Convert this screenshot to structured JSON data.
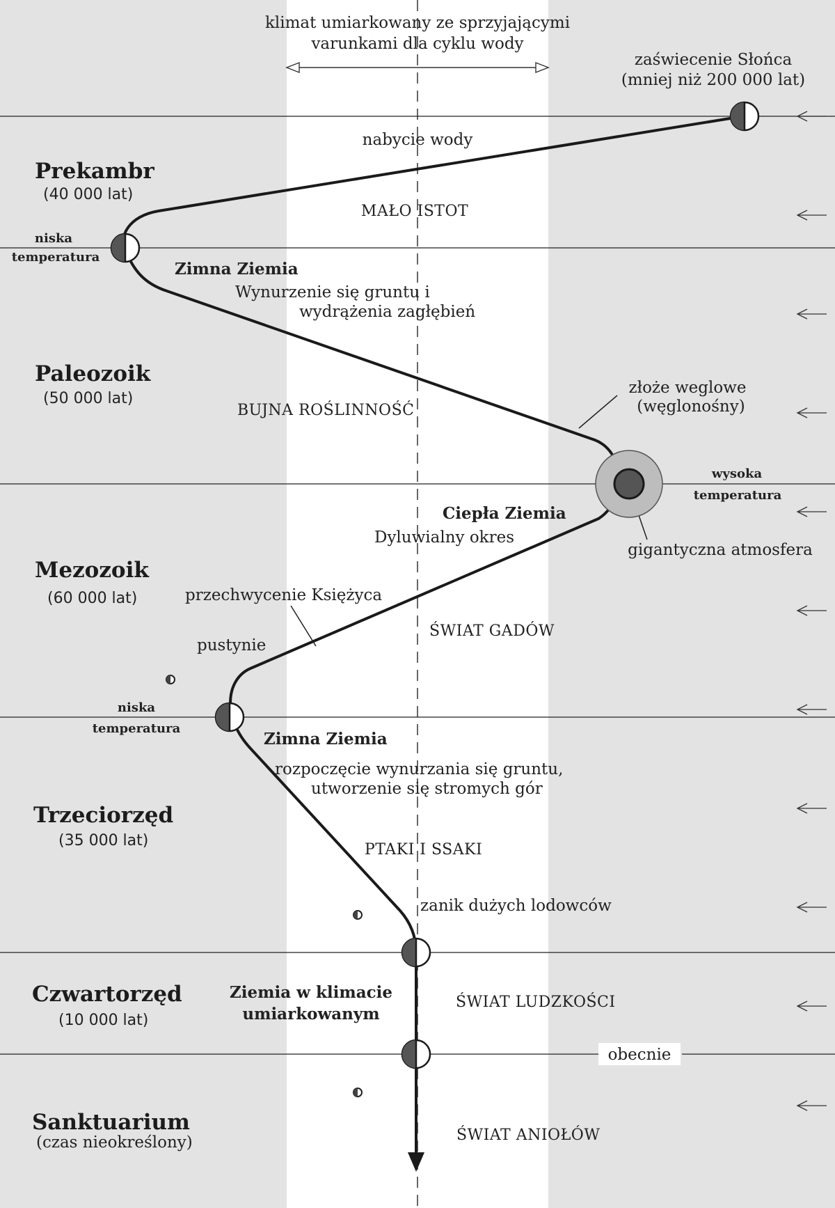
{
  "header": {
    "climate_line1": "klimat umiarkowany ze sprzyjającymi",
    "climate_line2": "varunkami dla cyklu wody"
  },
  "eras": [
    {
      "name": "Prekambr",
      "duration": "(40 000 lat)"
    },
    {
      "name": "Paleozoik",
      "duration": "(50 000 lat)"
    },
    {
      "name": "Mezozoik",
      "duration": "(60 000 lat)"
    },
    {
      "name": "Trzeciorzęd",
      "duration": "(35 000 lat)"
    },
    {
      "name": "Czwartorzęd",
      "duration": "(10 000 lat)"
    },
    {
      "name": "Sanktuarium",
      "duration": "(czas nieokreślony)"
    }
  ],
  "annotations": {
    "sun_ignition_1": "zaświecenie Słońca",
    "sun_ignition_2": "(mniej niż 200 000 lat)",
    "water_acquisition": "nabycie wody",
    "few_creatures": "MAŁO ISTOT",
    "low_temp_1a": "niska",
    "low_temp_1b": "temperatura",
    "cold_earth_1": "Zimna Ziemia",
    "land_emergence_1": "Wynurzenie się gruntu i",
    "land_emergence_2": "wydrążenia zagłębień",
    "lush_vegetation": "BUJNA ROŚLINNOŚĆ",
    "coal_1": "złoże weglowe",
    "coal_2": "(węglonośny)",
    "high_temp_a": "wysoka",
    "high_temp_b": "temperatura",
    "warm_earth": "Ciepła Ziemia",
    "diluvial": "Dyluwialny okres",
    "giant_atmosphere": "gigantyczna atmosfera",
    "moon_capture": "przechwycenie Księżyca",
    "reptiles": "ŚWIAT GADÓW",
    "deserts": "pustynie",
    "low_temp_2a": "niska",
    "low_temp_2b": "temperatura",
    "cold_earth_2": "Zimna Ziemia",
    "mountains_1": "rozpoczęcie wynurzania się gruntu,",
    "mountains_2": "utworzenie się stromych gór",
    "birds_mammals": "PTAKI I SSAKI",
    "glaciers": "zanik dużych lodowców",
    "temperate_1": "Ziemia w klimacie",
    "temperate_2": "umiarkowanym",
    "humanity": "ŚWIAT  LUDZKOŚCI",
    "now": "obecnie",
    "angels": "ŚWIAT ANIOŁÓW"
  },
  "colors": {
    "background": "#e3e3e3",
    "temperate_band": "#ffffff",
    "line": "#1a1a1a",
    "atmosphere": "#bdbdbd",
    "core": "#555555"
  }
}
